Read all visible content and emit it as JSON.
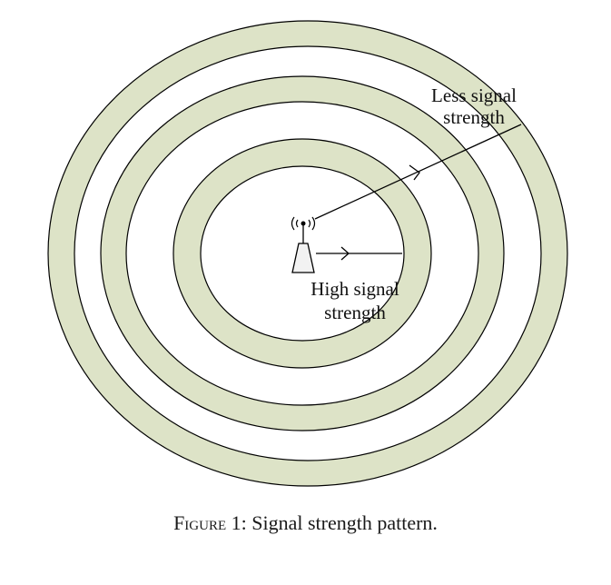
{
  "diagram": {
    "ring_fill": "#dde3c7",
    "stroke_color": "#000000",
    "labels": {
      "less_line1": "Less signal",
      "less_line2": "strength",
      "high_line1": "High signal",
      "high_line2": "strength"
    },
    "icon": "antenna-tower-icon"
  },
  "caption": {
    "label": "Figure 1",
    "text": ": Signal strength pattern."
  }
}
